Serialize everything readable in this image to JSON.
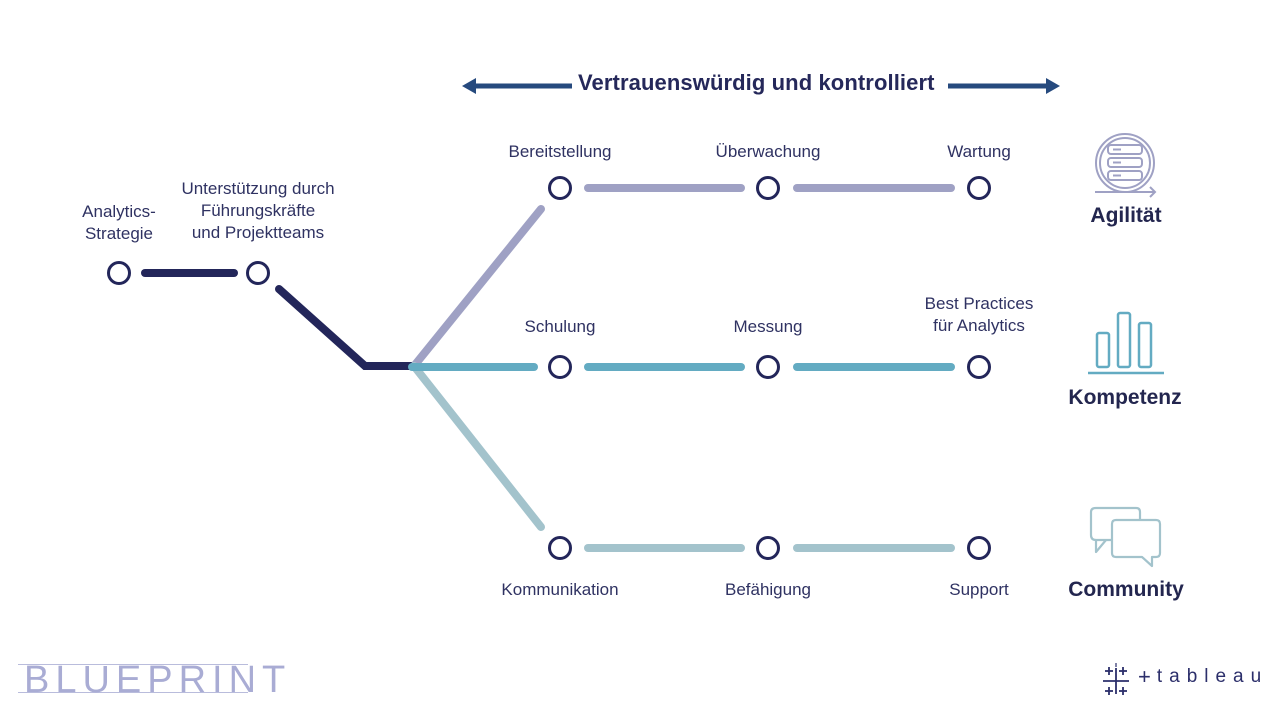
{
  "header": {
    "title": "Vertrauenswürdig und kontrolliert",
    "arrow_color": "#264a7e"
  },
  "start": {
    "nodes": [
      {
        "label_lines": [
          "Analytics-",
          "Strategie"
        ]
      },
      {
        "label_lines": [
          "Unterstützung durch",
          "Führungskräfte",
          "und Projektteams"
        ]
      }
    ],
    "line_color": "#23265a"
  },
  "branches": [
    {
      "name": "agilitaet",
      "color": "#9fa1c4",
      "nodes": [
        {
          "label": "Bereitstellung"
        },
        {
          "label": "Überwachung"
        },
        {
          "label": "Wartung"
        }
      ],
      "labels_position": "above",
      "pillar": {
        "title": "Agilität",
        "icon": "server-cycle-icon"
      }
    },
    {
      "name": "kompetenz",
      "color": "#63abc2",
      "nodes": [
        {
          "label": "Schulung"
        },
        {
          "label": "Messung"
        },
        {
          "label": "Best Practices für Analytics",
          "label_lines": [
            "Best Practices",
            "für Analytics"
          ]
        }
      ],
      "labels_position": "above",
      "pillar": {
        "title": "Kompetenz",
        "icon": "bar-chart-icon"
      }
    },
    {
      "name": "community",
      "color": "#a3c3cc",
      "nodes": [
        {
          "label": "Kommunikation"
        },
        {
          "label": "Befähigung"
        },
        {
          "label": "Support"
        }
      ],
      "labels_position": "below",
      "pillar": {
        "title": "Community",
        "icon": "chat-bubbles-icon"
      }
    }
  ],
  "node_stroke_color": "#23265a",
  "footer": {
    "left_logo": "BLUEPRINT",
    "right_logo": "tableau",
    "right_logo_prefix": "+"
  }
}
